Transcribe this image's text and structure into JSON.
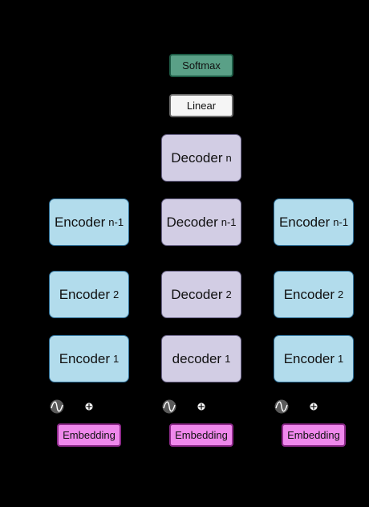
{
  "softmax": "Softmax",
  "linear": "Linear",
  "decoder_top": {
    "label": "Decoder",
    "sub": "n"
  },
  "columns": {
    "left": {
      "encoder_n1": {
        "label": "Encoder",
        "sub": "n-1"
      },
      "encoder_2": {
        "label": "Encoder",
        "sub": "2"
      },
      "encoder_1": {
        "label": "Encoder",
        "sub": "1"
      },
      "embedding": "Embedding"
    },
    "center": {
      "decoder_n1": {
        "label": "Decoder",
        "sub": "n-1"
      },
      "decoder_2": {
        "label": "Decoder",
        "sub": "2"
      },
      "decoder_1": {
        "label": "decoder",
        "sub": "1"
      },
      "embedding": "Embedding"
    },
    "right": {
      "encoder_n1": {
        "label": "Encoder",
        "sub": "n-1"
      },
      "encoder_2": {
        "label": "Encoder",
        "sub": "2"
      },
      "encoder_1": {
        "label": "Encoder",
        "sub": "1"
      },
      "embedding": "Embedding"
    }
  },
  "colors": {
    "background": "#000000",
    "encoder_fill": "#b2dcec",
    "decoder_fill": "#d2cde4",
    "softmax_fill": "#5aa087",
    "linear_fill": "#f5f5f5",
    "embedding_fill": "#ef88ec"
  },
  "icons": [
    "positional-encoding-icon",
    "add-icon"
  ]
}
